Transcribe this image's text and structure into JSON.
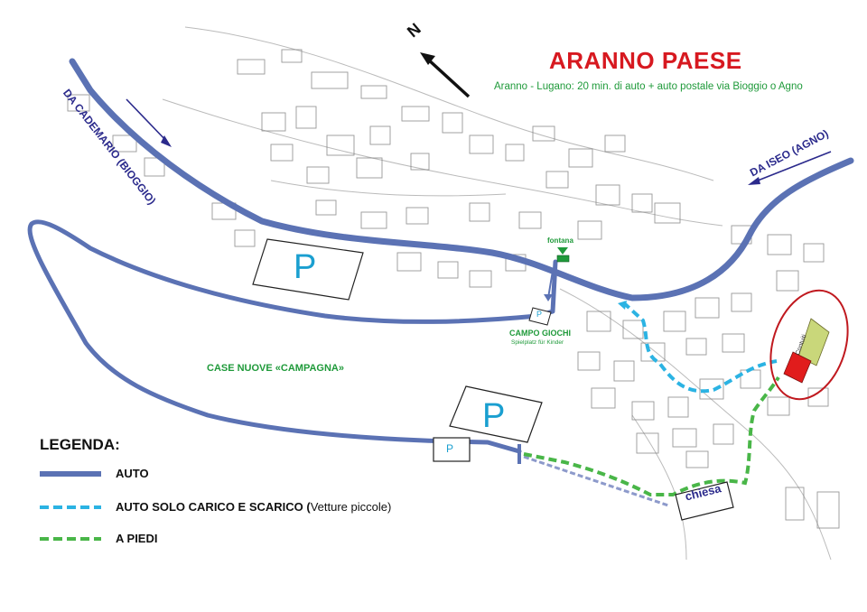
{
  "map": {
    "title": "ARANNO PAESE",
    "subtitle": "Aranno - Lugano: 20 min. di auto  + auto postale via Bioggio o Agno",
    "north_label": "N",
    "routes_in": {
      "cademario": "DA CADEMARIO (BIOGGIO)",
      "iseo": "DA ISEO (AGNO)"
    },
    "parking": {
      "p1": "P",
      "p2": "P",
      "p3": "P",
      "p4": "P"
    },
    "places": {
      "fontana": "fontana",
      "campo_giochi": "CAMPO GIOCHI",
      "spielplatz": "Spielplatz für Kinder",
      "case_nuove": "CASE NUOVE «CAMPAGNA»",
      "chiesa": "chiesa",
      "contuiti": "Contuiti"
    },
    "legend": {
      "title": "LEGENDA:",
      "auto": "AUTO",
      "auto_carico_main": "AUTO SOLO CARICO E SCARICO (",
      "auto_carico_note": "Vetture piccole)",
      "a_piedi": "A PIEDI"
    },
    "colors": {
      "auto_route": "#5b72b4",
      "carico_route": "#2bb3e3",
      "piedi_route": "#49b648",
      "title": "#d71920",
      "subtitle": "#1f9a3a",
      "arrows": "#2b2a8c",
      "highlight_ring": "#c0191f",
      "highlight_fill": "#e11c1c",
      "highlight_alt": "#c9d77a"
    }
  }
}
